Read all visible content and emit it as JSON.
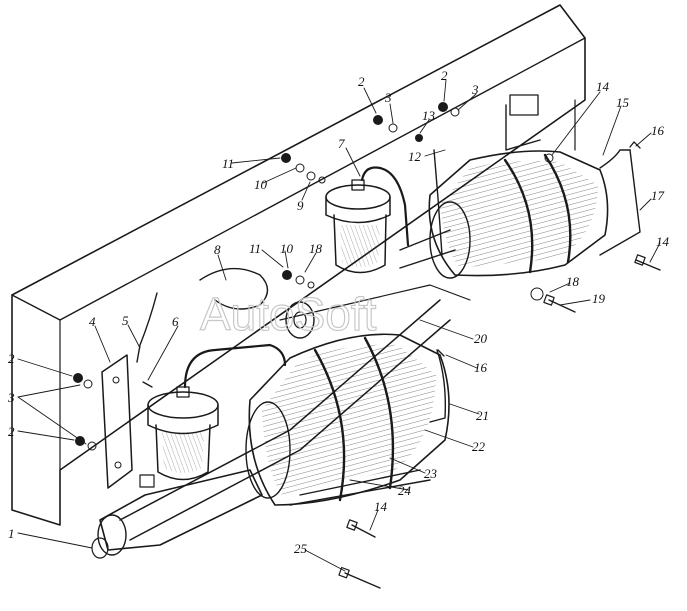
{
  "diagram": {
    "watermark": "AutoSoft",
    "callouts": [
      "1",
      "2",
      "3",
      "4",
      "5",
      "6",
      "7",
      "8",
      "9",
      "10",
      "11",
      "12",
      "13",
      "14",
      "15",
      "16",
      "17",
      "18",
      "19",
      "20",
      "21",
      "22",
      "23",
      "24",
      "25"
    ]
  }
}
